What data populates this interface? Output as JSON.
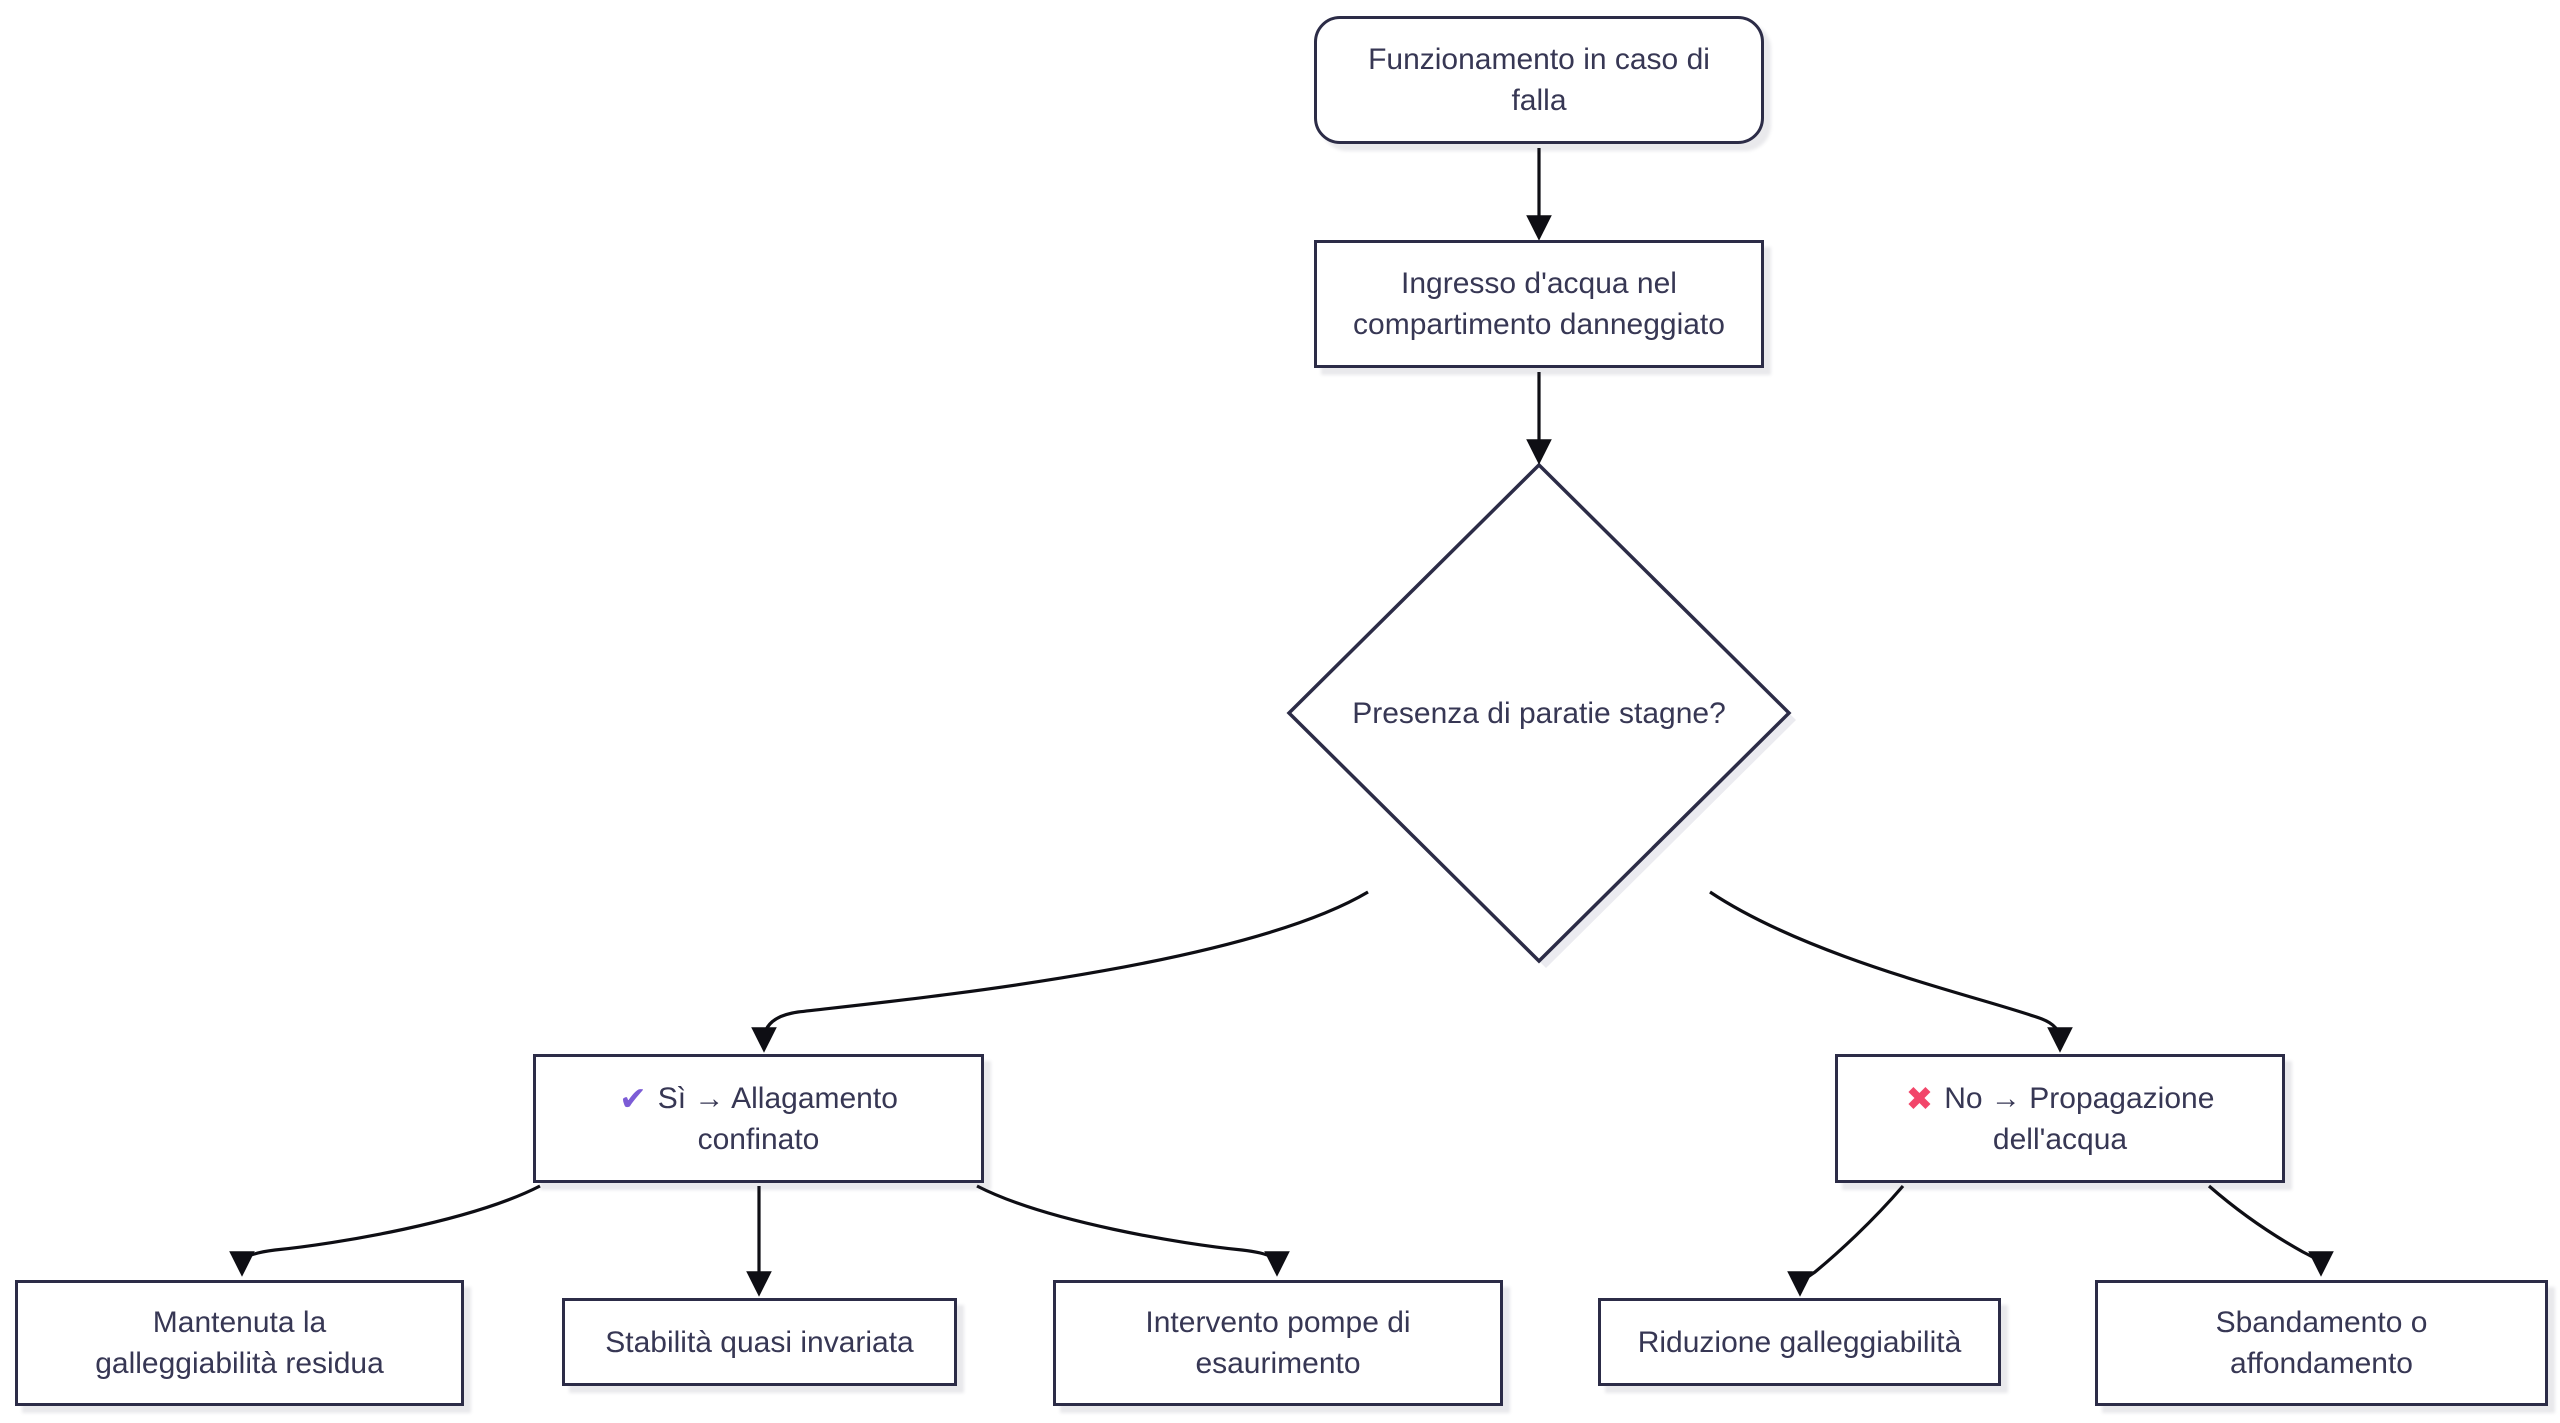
{
  "diagram": {
    "type": "flowchart",
    "direction": "top-down",
    "background": "#ffffff",
    "colors": {
      "node_border": "#2c2c47",
      "node_fill": "#ffffff",
      "node_text": "#373754",
      "edge_line": "#0e0e14",
      "check_icon": "#7c5cd6",
      "cross_icon": "#f2466a",
      "shadow": "#ebebf0"
    },
    "nodes": {
      "start": {
        "shape": "rounded",
        "lines": [
          "Funzionamento in caso di",
          "falla"
        ]
      },
      "ingresso": {
        "shape": "rect",
        "lines": [
          "Ingresso d'acqua nel",
          "compartimento danneggiato"
        ]
      },
      "decision": {
        "shape": "diamond",
        "lines": [
          "Presenza di paratie stagne?"
        ]
      },
      "si": {
        "shape": "rect",
        "icon": "✔",
        "icon_name": "check-icon",
        "lines": [
          "Sì → Allagamento",
          "confinato"
        ]
      },
      "no": {
        "shape": "rect",
        "icon": "✖",
        "icon_name": "cross-icon",
        "lines": [
          "No → Propagazione",
          "dell'acqua"
        ]
      },
      "galleggiabilita": {
        "shape": "rect",
        "lines": [
          "Mantenuta la",
          "galleggiabilità residua"
        ]
      },
      "stabilita": {
        "shape": "rect",
        "lines": [
          "Stabilità quasi invariata"
        ]
      },
      "pompe": {
        "shape": "rect",
        "lines": [
          "Intervento pompe di",
          "esaurimento"
        ]
      },
      "riduzione": {
        "shape": "rect",
        "lines": [
          "Riduzione galleggiabilità"
        ]
      },
      "sbandamento": {
        "shape": "rect",
        "lines": [
          "Sbandamento o",
          "affondamento"
        ]
      }
    },
    "edges": [
      {
        "from": "start",
        "to": "ingresso"
      },
      {
        "from": "ingresso",
        "to": "decision"
      },
      {
        "from": "decision",
        "to": "si"
      },
      {
        "from": "decision",
        "to": "no"
      },
      {
        "from": "si",
        "to": "galleggiabilita"
      },
      {
        "from": "si",
        "to": "stabilita"
      },
      {
        "from": "si",
        "to": "pompe"
      },
      {
        "from": "no",
        "to": "riduzione"
      },
      {
        "from": "no",
        "to": "sbandamento"
      }
    ]
  }
}
